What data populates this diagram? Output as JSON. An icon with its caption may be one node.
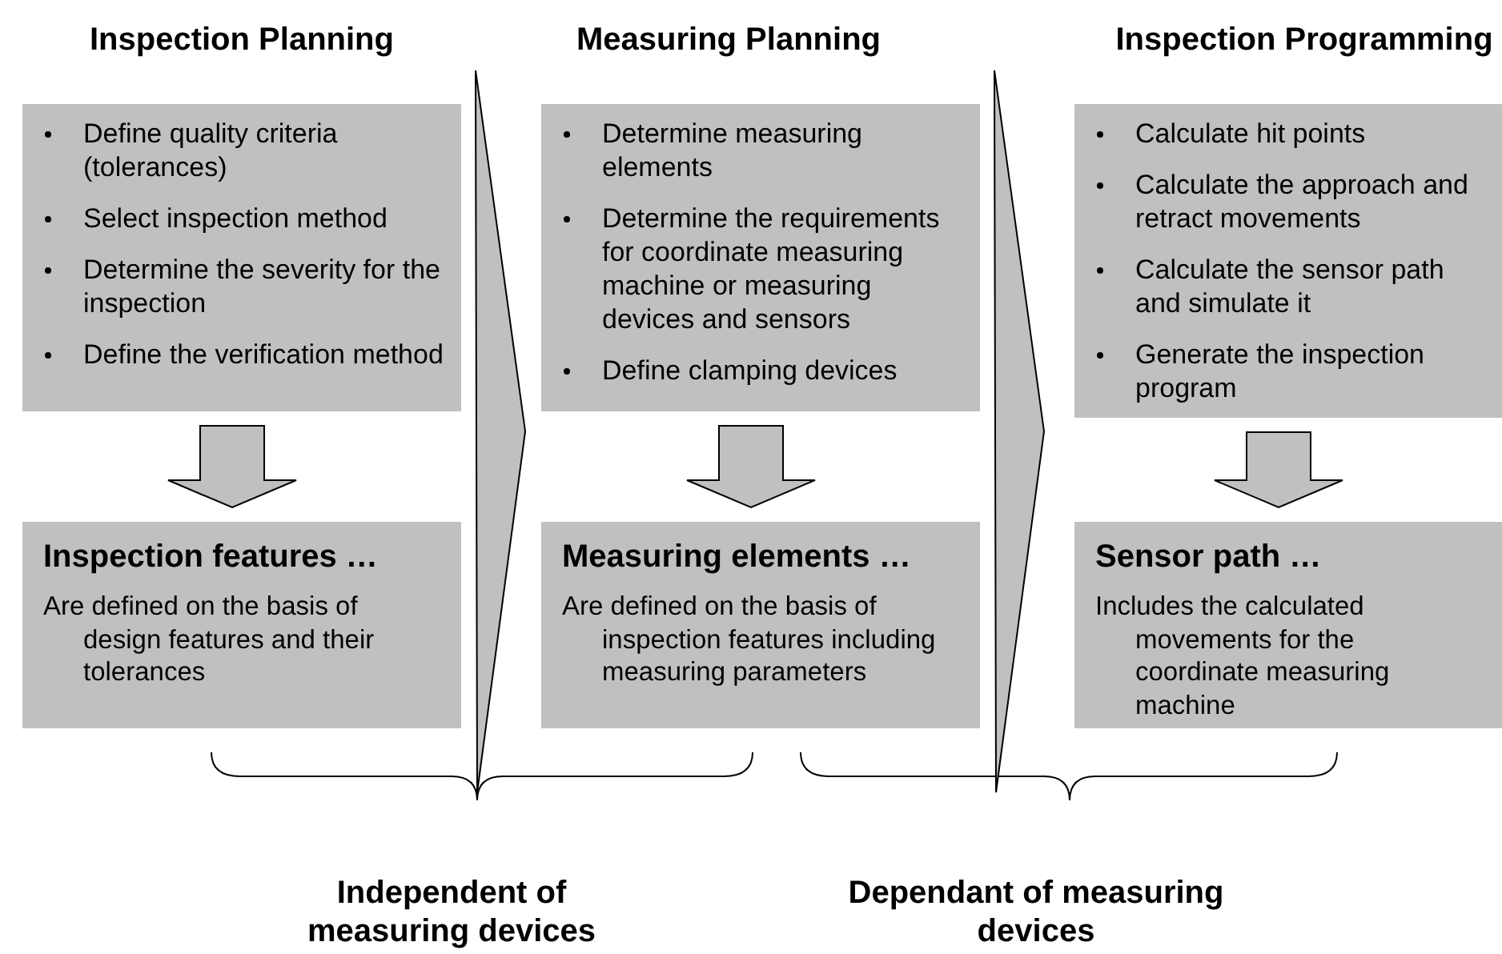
{
  "diagram": {
    "nodes": [
      {
        "text": [
          "Inspection Planning",
          "Define quality criteria (tolerances)",
          "Select inspection method",
          "Determine the severity for the inspection",
          "Define the verification method"
        ]
      },
      {
        "text": [
          "Inspection features …",
          "Are defined on the basis of design features and their tolerances"
        ]
      },
      {
        "text": [
          "Measuring Planning",
          "Determine measuring elements",
          "Determine the requirements for coordinate measuring machine or measuring devices and sensors",
          "Define clamping devices"
        ]
      },
      {
        "text": [
          "Measuring elements …",
          "Are defined on the basis of inspection features including measuring parameters"
        ]
      },
      {
        "text": [
          "Inspection Programming",
          "Calculate hit points",
          "Calculate the approach and retract movements",
          "Calculate the sensor path and simulate it",
          "Generate the inspection program"
        ]
      },
      {
        "text": [
          "Sensor path …",
          "Includes the calculated movements for the coordinate measuring machine"
        ]
      },
      {
        "text": [],
        "shape": "chevron"
      },
      {
        "text": [],
        "shape": "chevron"
      }
    ],
    "edges": [
      {
        "from": 0,
        "to": 1,
        "arrow": "to"
      },
      {
        "from": 2,
        "to": 3,
        "arrow": "to"
      },
      {
        "from": 4,
        "to": 5,
        "arrow": "to"
      }
    ],
    "labels": [
      "Independent of measuring devices",
      "Dependant of measuring devices"
    ]
  }
}
